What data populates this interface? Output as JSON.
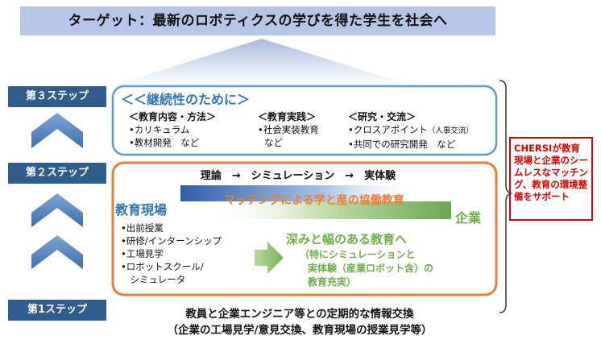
{
  "target_title": "ターゲット：最新のロボティクスの学びを得た学生を社会へ",
  "steps": {
    "step3": "第３ステップ",
    "step2": "第２ステップ",
    "step1": "第1ステップ"
  },
  "step3_box": {
    "title": "＜＜継続性のために＞",
    "columns": [
      {
        "header": "＜教育内容・方法＞",
        "items": [
          "•カリキュラム",
          "•教材開発　など"
        ]
      },
      {
        "header": "＜教育実践＞",
        "items": [
          "•社会実装教育",
          "など"
        ]
      },
      {
        "header": "＜研究・交流＞",
        "items": [
          "•クロスアポイント",
          "•共同での研究開発　など"
        ],
        "note": "（人事交流）"
      }
    ]
  },
  "step2_box": {
    "flow": "理論　→　シミュレーション　→　実体験",
    "left_label": "教育現場",
    "right_label": "企業",
    "matching": "マッチングによる学と産の協働教育",
    "left_items": [
      "•出前授業",
      "•研修/インターンシップ",
      "•工場見学",
      "•ロボットスクール/",
      "　シミュレータ"
    ],
    "result_title": "深みと幅のある教育へ",
    "result_sub": [
      "（特にシミュレーションと",
      "実体験（産業ロボット含）の",
      "教育充実）"
    ]
  },
  "chersi_note": "CHERSIが教育現場と企業のシームレスなマッチング、教育の環境整備をサポート",
  "step1_text": {
    "line1": "教員と企業エンジニア等との定期的な情報交換",
    "line2": "（企業の工場見学/意見交換、教育現場の授業見学等）"
  },
  "colors": {
    "step_badge": "#2e5d8e",
    "chevron": "#4a7ab5",
    "step3_border": "#5b9bd5",
    "step2_border": "#ed7d31",
    "blue_text": "#2e75b6",
    "green_text": "#70ad47",
    "orange_text": "#ed7d31",
    "chersi_red": "#e00000"
  }
}
